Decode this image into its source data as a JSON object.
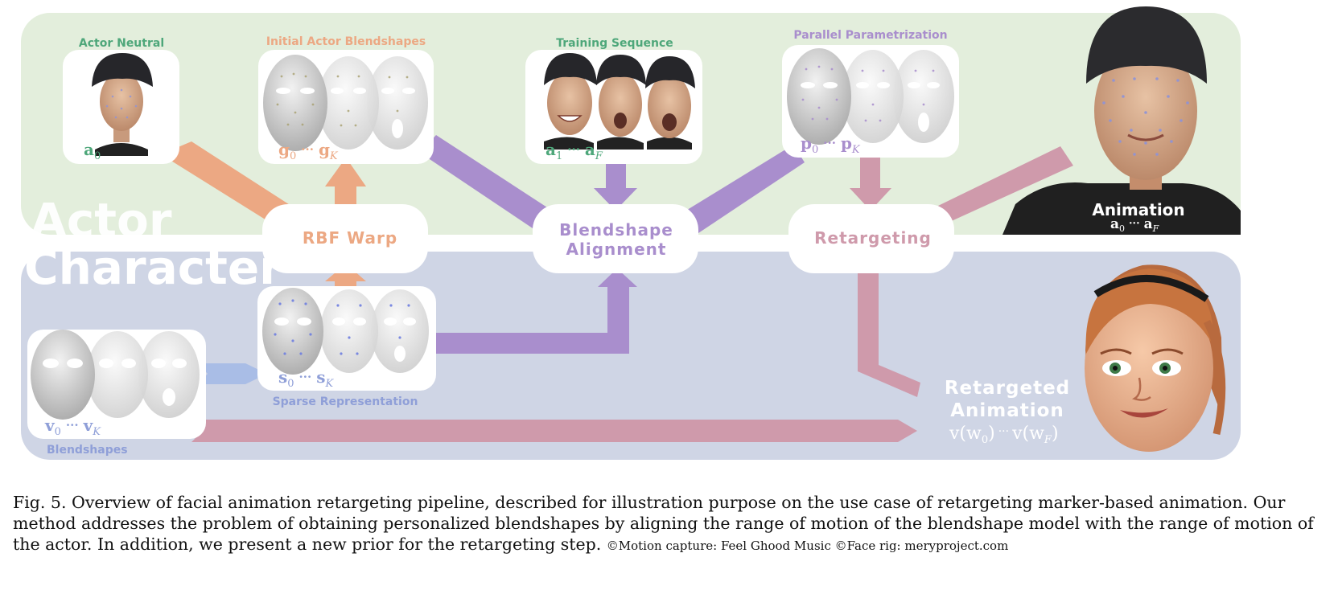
{
  "colors": {
    "actor_band": "#e3eedc",
    "character_band": "#cfd5e5",
    "green": "#4ea77a",
    "orange": "#eca883",
    "purple": "#a98ecd",
    "pink": "#cf9aab",
    "blue": "#8f9fd8",
    "bluearrow": "#a9bde6",
    "white": "#ffffff"
  },
  "bands": {
    "actor": "Actor",
    "character": "Character"
  },
  "panels": {
    "actor_neutral": {
      "title": "Actor Neutral",
      "label": "a",
      "sub": "0"
    },
    "initial_blendshapes": {
      "title": "Initial Actor Blendshapes",
      "first": "g",
      "first_sub": "0",
      "dots": "···",
      "last": "g",
      "last_sub": "K"
    },
    "training_sequence": {
      "title": "Training Sequence",
      "first": "a",
      "first_sub": "1",
      "dots": "···",
      "last": "a",
      "last_sub": "F"
    },
    "parallel_param": {
      "title": "Parallel Parametrization",
      "first": "p",
      "first_sub": "0",
      "dots": "···",
      "last": "p",
      "last_sub": "K"
    },
    "sparse": {
      "title": "Sparse Representation",
      "first": "s",
      "first_sub": "0",
      "dots": "···",
      "last": "s",
      "last_sub": "K"
    },
    "blendshapes": {
      "title": "Blendshapes",
      "first": "v",
      "first_sub": "0",
      "dots": "···",
      "last": "v",
      "last_sub": "K"
    }
  },
  "nodes": {
    "rbf": "RBF Warp",
    "align_line1": "Blendshape",
    "align_line2": "Alignment",
    "retarget": "Retargeting"
  },
  "animation": {
    "title": "Animation",
    "first": "a",
    "first_sub": "0",
    "dots": "···",
    "last": "a",
    "last_sub": "F"
  },
  "retargeted": {
    "line1": "Retargeted",
    "line2": "Animation",
    "left": "v(w",
    "left_sub": "0",
    "dots": "···",
    "right": "v(w",
    "right_sub": "F",
    "close": ")"
  },
  "caption": {
    "lead": "Fig. 5.  Overview of facial animation retargeting pipeline, described for illustration purpose on the use case of retargeting marker-based animation. Our method addresses the problem of obtaining personalized blendshapes by aligning the range of motion of the blendshape model with the range of motion of the actor. In addition, we present a new prior for the retargeting step. ",
    "credit": "©Motion capture: Feel Ghood Music ©Face rig: meryproject.com"
  }
}
